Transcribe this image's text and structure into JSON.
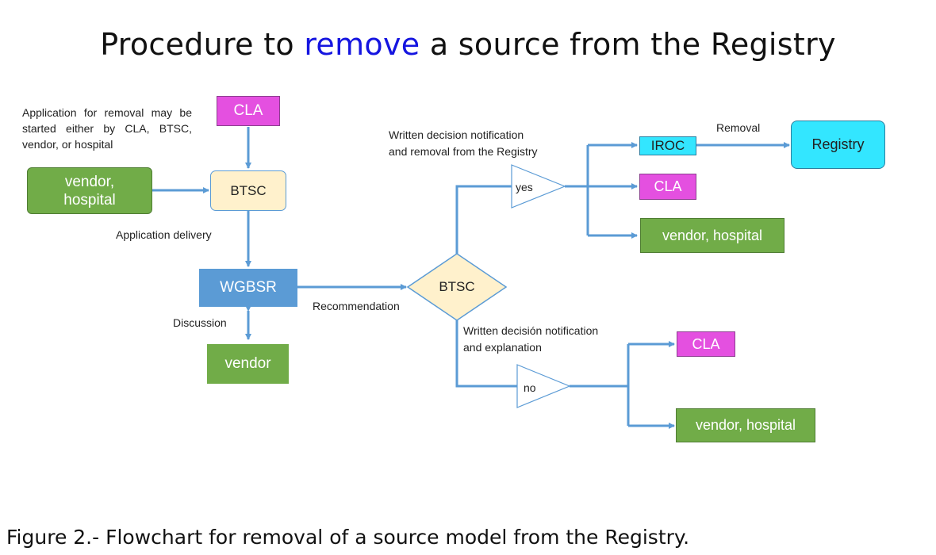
{
  "title": {
    "prefix": "Procedure to",
    "highlight": "remove",
    "suffix": "a source from the Registry"
  },
  "colors": {
    "cla": "#e450e0",
    "vendor": "#71ac48",
    "btsc": "#fff1cc",
    "wgbsr": "#5b9bd5",
    "iroc": "#33e6ff",
    "registry": "#33e6ff",
    "arrow": "#5b9bd5",
    "highlight": "#1515e0"
  },
  "nodes": {
    "cla_top": "CLA",
    "vendor_hospital_left": "vendor,\nhospital",
    "btsc_left": "BTSC",
    "wgbsr": "WGBSR",
    "vendor_bottom": "vendor",
    "btsc_decision": "BTSC",
    "yes": "yes",
    "no": "no",
    "iroc": "IROC",
    "registry": "Registry",
    "cla_yes": "CLA",
    "vendor_hospital_yes": "vendor, hospital",
    "cla_no": "CLA",
    "vendor_hospital_no": "vendor, hospital"
  },
  "labels": {
    "application_note": "Application for removal may be started either by CLA, BTSC, vendor, or hospital",
    "application_delivery": "Application delivery",
    "discussion": "Discussion",
    "recommendation": "Recommendation",
    "written_yes": "Written decision notification\nand removal from the Registry",
    "removal": "Removal",
    "written_no": "Written decisión notification\nand explanation"
  },
  "caption": "Figure 2.- Flowchart for removal of a source model from the Registry."
}
